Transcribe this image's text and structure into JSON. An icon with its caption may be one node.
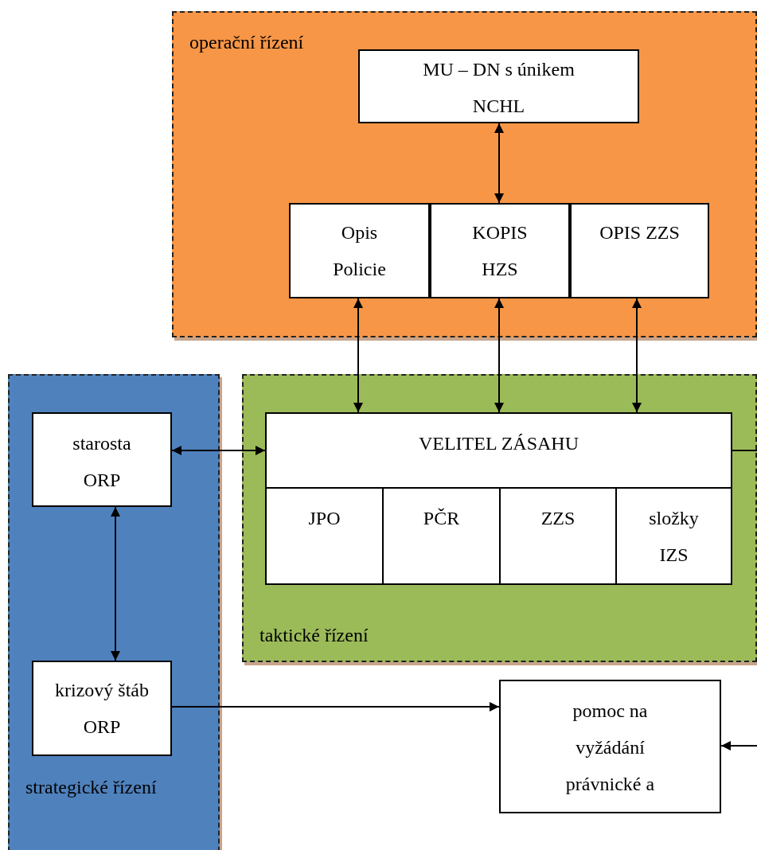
{
  "diagram": {
    "nodes": [
      {
        "text": [
          "operační řízení"
        ]
      },
      {
        "text": [
          "MU – DN s únikem NCHL"
        ],
        "in": 0
      },
      {
        "text": [
          "Opis Policie"
        ],
        "in": 0
      },
      {
        "text": [
          "KOPIS HZS"
        ],
        "in": 0
      },
      {
        "text": [
          "OPIS ZZS"
        ],
        "in": 0
      },
      {
        "text": [
          "strategické řízení"
        ]
      },
      {
        "text": [
          "starosta ORP"
        ],
        "in": 5
      },
      {
        "text": [
          "krizový štáb ORP"
        ],
        "in": 5
      },
      {
        "text": [
          "taktické řízení"
        ]
      },
      {
        "text": [
          "VELITEL ZÁSAHU"
        ],
        "in": 8
      },
      {
        "text": [
          "JPO"
        ],
        "in": 8
      },
      {
        "text": [
          "PČR"
        ],
        "in": 8
      },
      {
        "text": [
          "ZZS"
        ],
        "in": 8
      },
      {
        "text": [
          "složky IZS"
        ],
        "in": 8
      },
      {
        "text": [
          "pomoc na vyžádání právnické a"
        ]
      }
    ],
    "edges": [
      {
        "from": 1,
        "to": 3,
        "arrow": "both"
      },
      {
        "from": 2,
        "to": 9,
        "arrow": "both"
      },
      {
        "from": 3,
        "to": 9,
        "arrow": "both"
      },
      {
        "from": 4,
        "to": 9,
        "arrow": "both"
      },
      {
        "from": 6,
        "to": 9,
        "arrow": "both"
      },
      {
        "from": 6,
        "to": 7,
        "arrow": "both"
      },
      {
        "from": 7,
        "to": 14,
        "arrow": "to"
      },
      {
        "from": 9,
        "to": null,
        "arrow": "none"
      },
      {
        "from": null,
        "to": 14,
        "arrow": "to"
      }
    ]
  }
}
